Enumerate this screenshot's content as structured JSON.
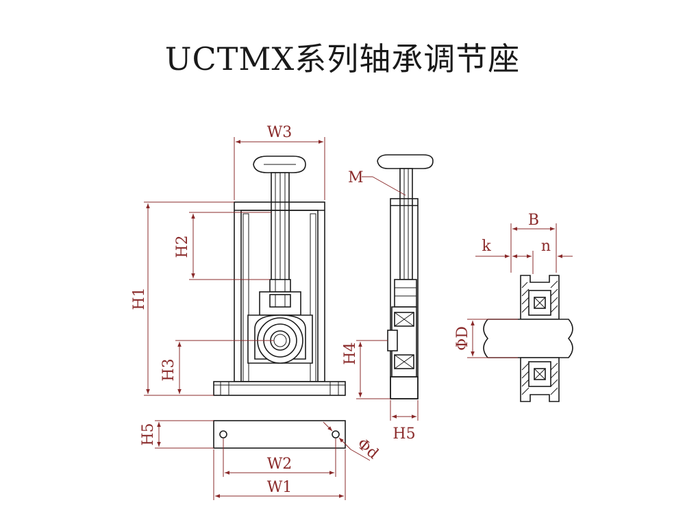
{
  "title": "UCTMX系列轴承调节座",
  "labels": {
    "W3": "W3",
    "M": "M",
    "H1": "H1",
    "H2": "H2",
    "H3": "H3",
    "H4": "H4",
    "H5_side": "H5",
    "H5_plan": "H5",
    "B": "B",
    "k": "k",
    "n": "n",
    "phiD": "ΦD",
    "W2": "W2",
    "W1": "W1",
    "phid": "Φd"
  },
  "colors": {
    "dimension": "#8a2a2a",
    "outline": "#1a1a1a"
  }
}
